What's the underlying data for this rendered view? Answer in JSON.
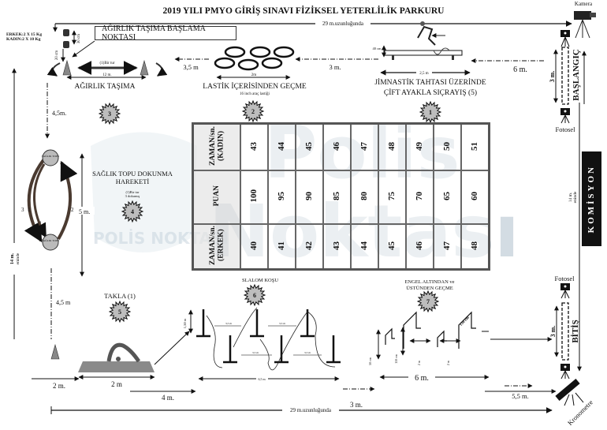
{
  "title": "2019 YILI PMYO GİRİŞ SINAVI FİZİKSEL YETERLİLİK PARKURU",
  "watermark": {
    "line1": "Polis",
    "line2": "Noktası",
    "badge_text": "POLİS NOKTASI"
  },
  "top_length_label": "29 m.uzunluğunda",
  "bottom_length_label": "29 m.uzunluğunda",
  "camera_label": "Kamera",
  "weights": {
    "male": "ERKEK:2 X 15 Kg",
    "female": "KADIN:2 X 10 Kg",
    "height1": "30 cm",
    "height2": "20 cm"
  },
  "start_point_label": "AĞIRLIK TAŞIMA BAŞLAMA NOKTASI",
  "stations": {
    "s1": {
      "number": "1",
      "title1": "JİMNASTİK TAHTASI ÜZERİNDE",
      "title2": "ÇİFT AYAKLA SIÇRAYIŞ (5)",
      "height": "40 cm",
      "length": "2,5 m"
    },
    "s2": {
      "number": "2",
      "title": "LASTİK İÇERİSİNDEN GEÇME",
      "note": "16 inch araç lastiği",
      "length": "2m"
    },
    "s3": {
      "number": "3",
      "title": "AĞIRLIK TAŞIMA",
      "note": "(1)Bir tur",
      "length": "12 m."
    },
    "s4": {
      "number": "4",
      "title1": "SAĞLIK TOPU DOKUNMA",
      "title2": "HAREKETİ",
      "note1": "(1)Bir tur",
      "note2": "3 dokunuş",
      "ball": "SAĞLIK TOPU",
      "seq": [
        "3",
        "1",
        "2"
      ],
      "length": "5 m."
    },
    "s5": {
      "number": "5",
      "title": "TAKLA (1)",
      "mat": "2 m"
    },
    "s6": {
      "number": "6",
      "title": "SLALOM KOŞU",
      "height": "1,50 m",
      "gap": "3,5 m",
      "diag": "2,5 m",
      "length": "6,5 m"
    },
    "s7": {
      "number": "7",
      "title1": "ENGEL ALTINDAN ve",
      "title2": "ÜSTÜNDEN GEÇME",
      "h1": "50 cm",
      "h2": "110 cm",
      "gap": "2 m",
      "bar": "130 cm",
      "length": "6 m."
    }
  },
  "distances": {
    "d35": "3,5 m",
    "d3top": "3 m.",
    "d6top": "6 m.",
    "d45a": "4,5m.",
    "d45b": "4,5 m",
    "d2": "2 m.",
    "d4": "4 m.",
    "d3bottom": "3 m.",
    "d55": "5,5 m.",
    "start_len": "3 m.",
    "finish_len": "3 m."
  },
  "side_length": "14 m.",
  "side_length_note": "eninde",
  "start_label": "BAŞLANGIÇ",
  "finish_label": "BİTİŞ",
  "photocell_label": "Fotosel",
  "commission_label": "KOMİSYON",
  "chronometer_label": "Kronometre",
  "score_table": {
    "rows": [
      {
        "header": "ZAMAN/sn. (KADIN)",
        "values": [
          "43",
          "44",
          "45",
          "46",
          "47",
          "48",
          "49",
          "50",
          "51"
        ]
      },
      {
        "header": "PUAN",
        "values": [
          "100",
          "95",
          "90",
          "85",
          "80",
          "75",
          "70",
          "65",
          "60"
        ]
      },
      {
        "header": "ZAMAN/sn. (ERKEK)",
        "values": [
          "40",
          "41",
          "42",
          "43",
          "44",
          "45",
          "46",
          "47",
          "48"
        ]
      }
    ]
  }
}
